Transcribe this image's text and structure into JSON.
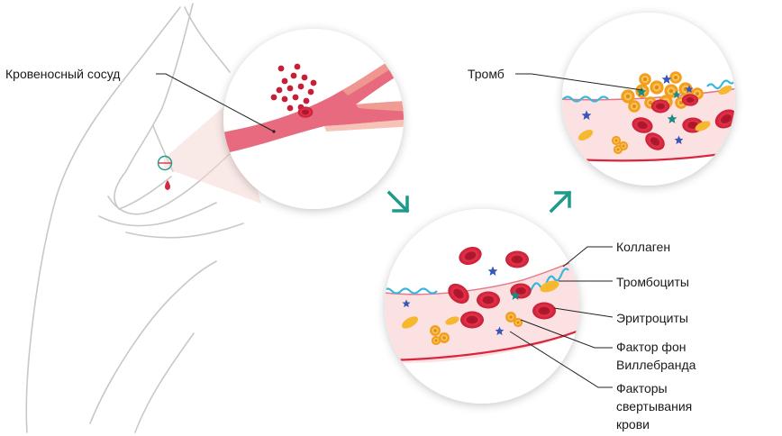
{
  "labels": {
    "vessel": "Кровеносный сосуд",
    "clot": "Тромб",
    "collagen": "Коллаген",
    "platelets": "Тромбоциты",
    "erythrocytes": "Эритроциты",
    "vwf_line1": "Фактор фон",
    "vwf_line2": "Виллебранда",
    "coag_line1": "Факторы",
    "coag_line2": "свертывания",
    "coag_line3": "крови"
  },
  "colors": {
    "vessel": "#e86a7e",
    "vessel_light": "#f3a998",
    "erythrocyte": "#d7263d",
    "erythrocyte_dark": "#a5162a",
    "platelet": "#f5b82e",
    "vwf": "#ef9a1a",
    "collagen": "#38b6e0",
    "star_blue": "#3a56b8",
    "star_teal": "#1a8a84",
    "plasma": "#fbe1e1",
    "arrow": "#1f9a8a",
    "hand_stroke": "#c8c8c8"
  }
}
